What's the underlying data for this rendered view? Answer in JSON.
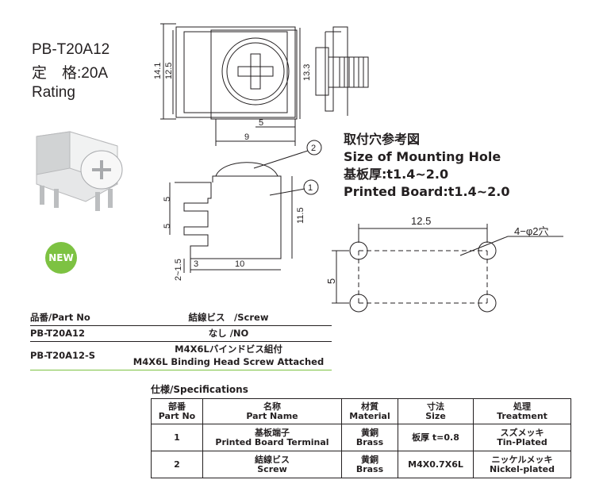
{
  "product": {
    "model": "PB-T20A12",
    "rating_jp": "定　格:20A",
    "rating_en": "Rating",
    "badge": "NEW"
  },
  "mounting_hole": {
    "title_jp": "取付穴参考図",
    "title_en": "Size of Mounting Hole",
    "board_jp": "基板厚:t1.4~2.0",
    "board_en": "Printed Board:t1.4~2.0",
    "pitch_label": "12.5",
    "height_label": "5",
    "hole_label": "4−φ2穴"
  },
  "drawing_dims": {
    "d14_1": "14.1",
    "d12_5": "12.5",
    "d13_3": "13.3",
    "d5_top": "5",
    "d9": "9",
    "d5_a": "5",
    "d5_b": "5",
    "d11_5": "11.5",
    "d2_1_5": "2~1.5",
    "d3": "3",
    "d10": "10",
    "callout1": "1",
    "callout2": "2"
  },
  "part_table": {
    "header_part": "品番/Part No",
    "header_screw": "結線ビス　/Screw",
    "rows": [
      {
        "part": "PB-T20A12",
        "screw_line1": "なし /NO",
        "screw_line2": ""
      },
      {
        "part": "PB-T20A12-S",
        "screw_line1": "M4X6Lバインドビス組付",
        "screw_line2": "M4X6L Binding Head Screw Attached"
      }
    ]
  },
  "spec_table": {
    "title": "仕様/Specifications",
    "headers": [
      {
        "jp": "部番",
        "en": "Part No"
      },
      {
        "jp": "名称",
        "en": "Part Name"
      },
      {
        "jp": "材質",
        "en": "Material"
      },
      {
        "jp": "寸法",
        "en": "Size"
      },
      {
        "jp": "処理",
        "en": "Treatment"
      }
    ],
    "rows": [
      {
        "no": "1",
        "name_jp": "基板端子",
        "name_en": "Printed Board Terminal",
        "mat_jp": "黄銅",
        "mat_en": "Brass",
        "size": "板厚 t=0.8",
        "treat_jp": "スズメッキ",
        "treat_en": "Tin-Plated"
      },
      {
        "no": "2",
        "name_jp": "結線ビス",
        "name_en": "Screw",
        "mat_jp": "黄銅",
        "mat_en": "Brass",
        "size": "M4X0.7X6L",
        "treat_jp": "ニッケルメッキ",
        "treat_en": "Nickel-plated"
      }
    ]
  }
}
